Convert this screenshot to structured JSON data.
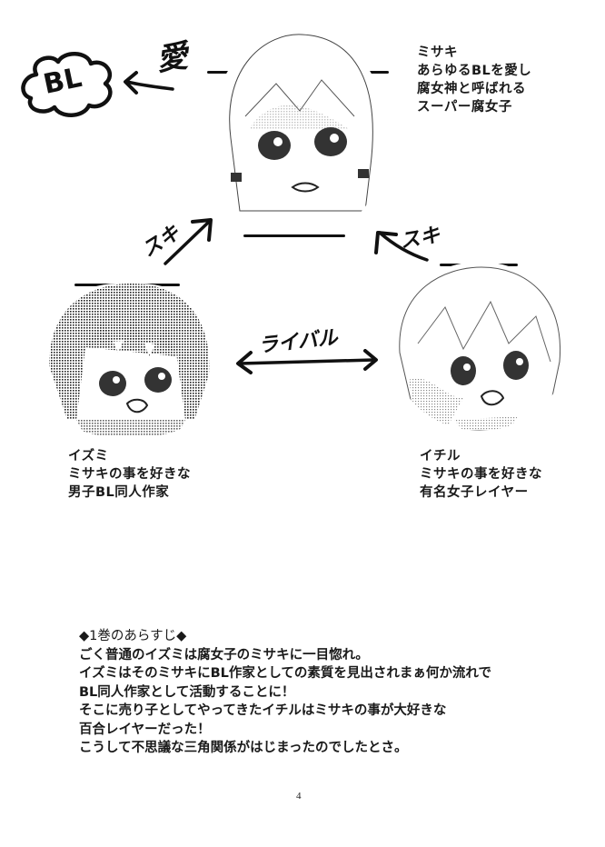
{
  "page": {
    "page_number": "4",
    "colors": {
      "ink": "#111111",
      "screentone": "#9a9a9a",
      "paper": "#ffffff"
    }
  },
  "bl_bubble": {
    "label": "BL",
    "arrow_label": "愛"
  },
  "characters": {
    "misaki": {
      "name": "ミサキ",
      "lines": [
        "あらゆるBLを愛し",
        "腐女神と呼ばれる",
        "スーパー腐女子"
      ]
    },
    "izumi": {
      "name": "イズミ",
      "lines": [
        "ミサキの事を好きな",
        "男子BL同人作家"
      ]
    },
    "ichiru": {
      "name": "イチル",
      "lines": [
        "ミサキの事を好きな",
        "有名女子レイヤー"
      ]
    }
  },
  "relations": {
    "izumi_to_misaki": "スキ",
    "ichiru_to_misaki": "スキ",
    "izumi_ichiru": "ライバル"
  },
  "summary": {
    "heading": "◆1巻のあらすじ◆",
    "lines": [
      "ごく普通のイズミは腐女子のミサキに一目惚れ。",
      "イズミはそのミサキにBL作家としての素質を見出されまぁ何か流れで",
      "BL同人作家として活動することに！",
      "そこに売り子としてやってきたイチルはミサキの事が大好きな",
      "百合レイヤーだった！",
      "こうして不思議な三角関係がはじまったのでしたとさ。"
    ]
  }
}
